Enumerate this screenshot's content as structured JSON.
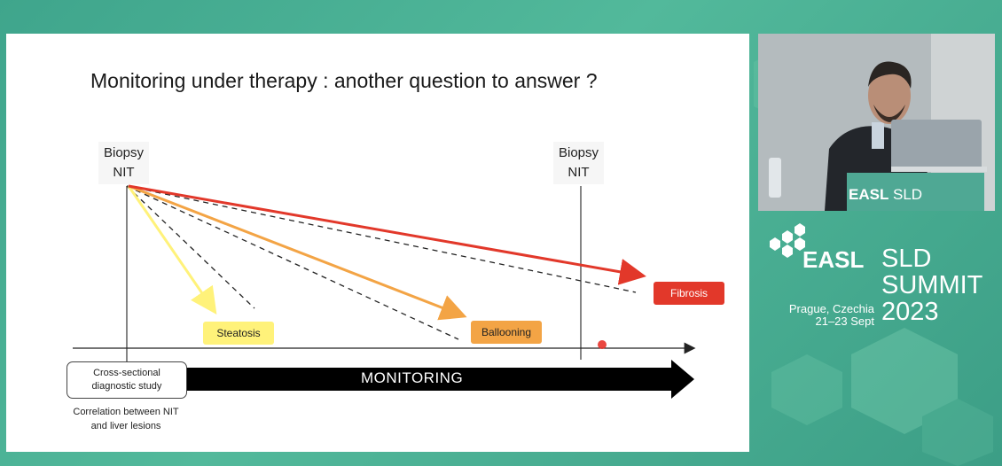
{
  "slide": {
    "title": "Monitoring under therapy : another question to answer ?",
    "left_label_line1": "Biopsy",
    "left_label_line2": "NIT",
    "right_label_line1": "Biopsy",
    "right_label_line2": "NIT",
    "tag_steatosis": "Steatosis",
    "tag_ballooning": "Ballooning",
    "tag_fibrosis": "Fibrosis",
    "cross_sectional_line1": "Cross-sectional",
    "cross_sectional_line2": "diagnostic study",
    "correlation_line1": "Correlation between NIT",
    "correlation_line2": "and liver lesions",
    "monitoring": "MONITORING",
    "colors": {
      "steatosis": "#fff27a",
      "ballooning": "#f3a445",
      "fibrosis": "#e2382a"
    }
  },
  "branding": {
    "logo": "EASL",
    "event_line1": "SLD",
    "event_line2": "SUMMIT",
    "location": "Prague, Czechia",
    "dates": "21–23 Sept",
    "year": "2023",
    "podium_logo": "EASL",
    "podium_event": "SLD"
  }
}
